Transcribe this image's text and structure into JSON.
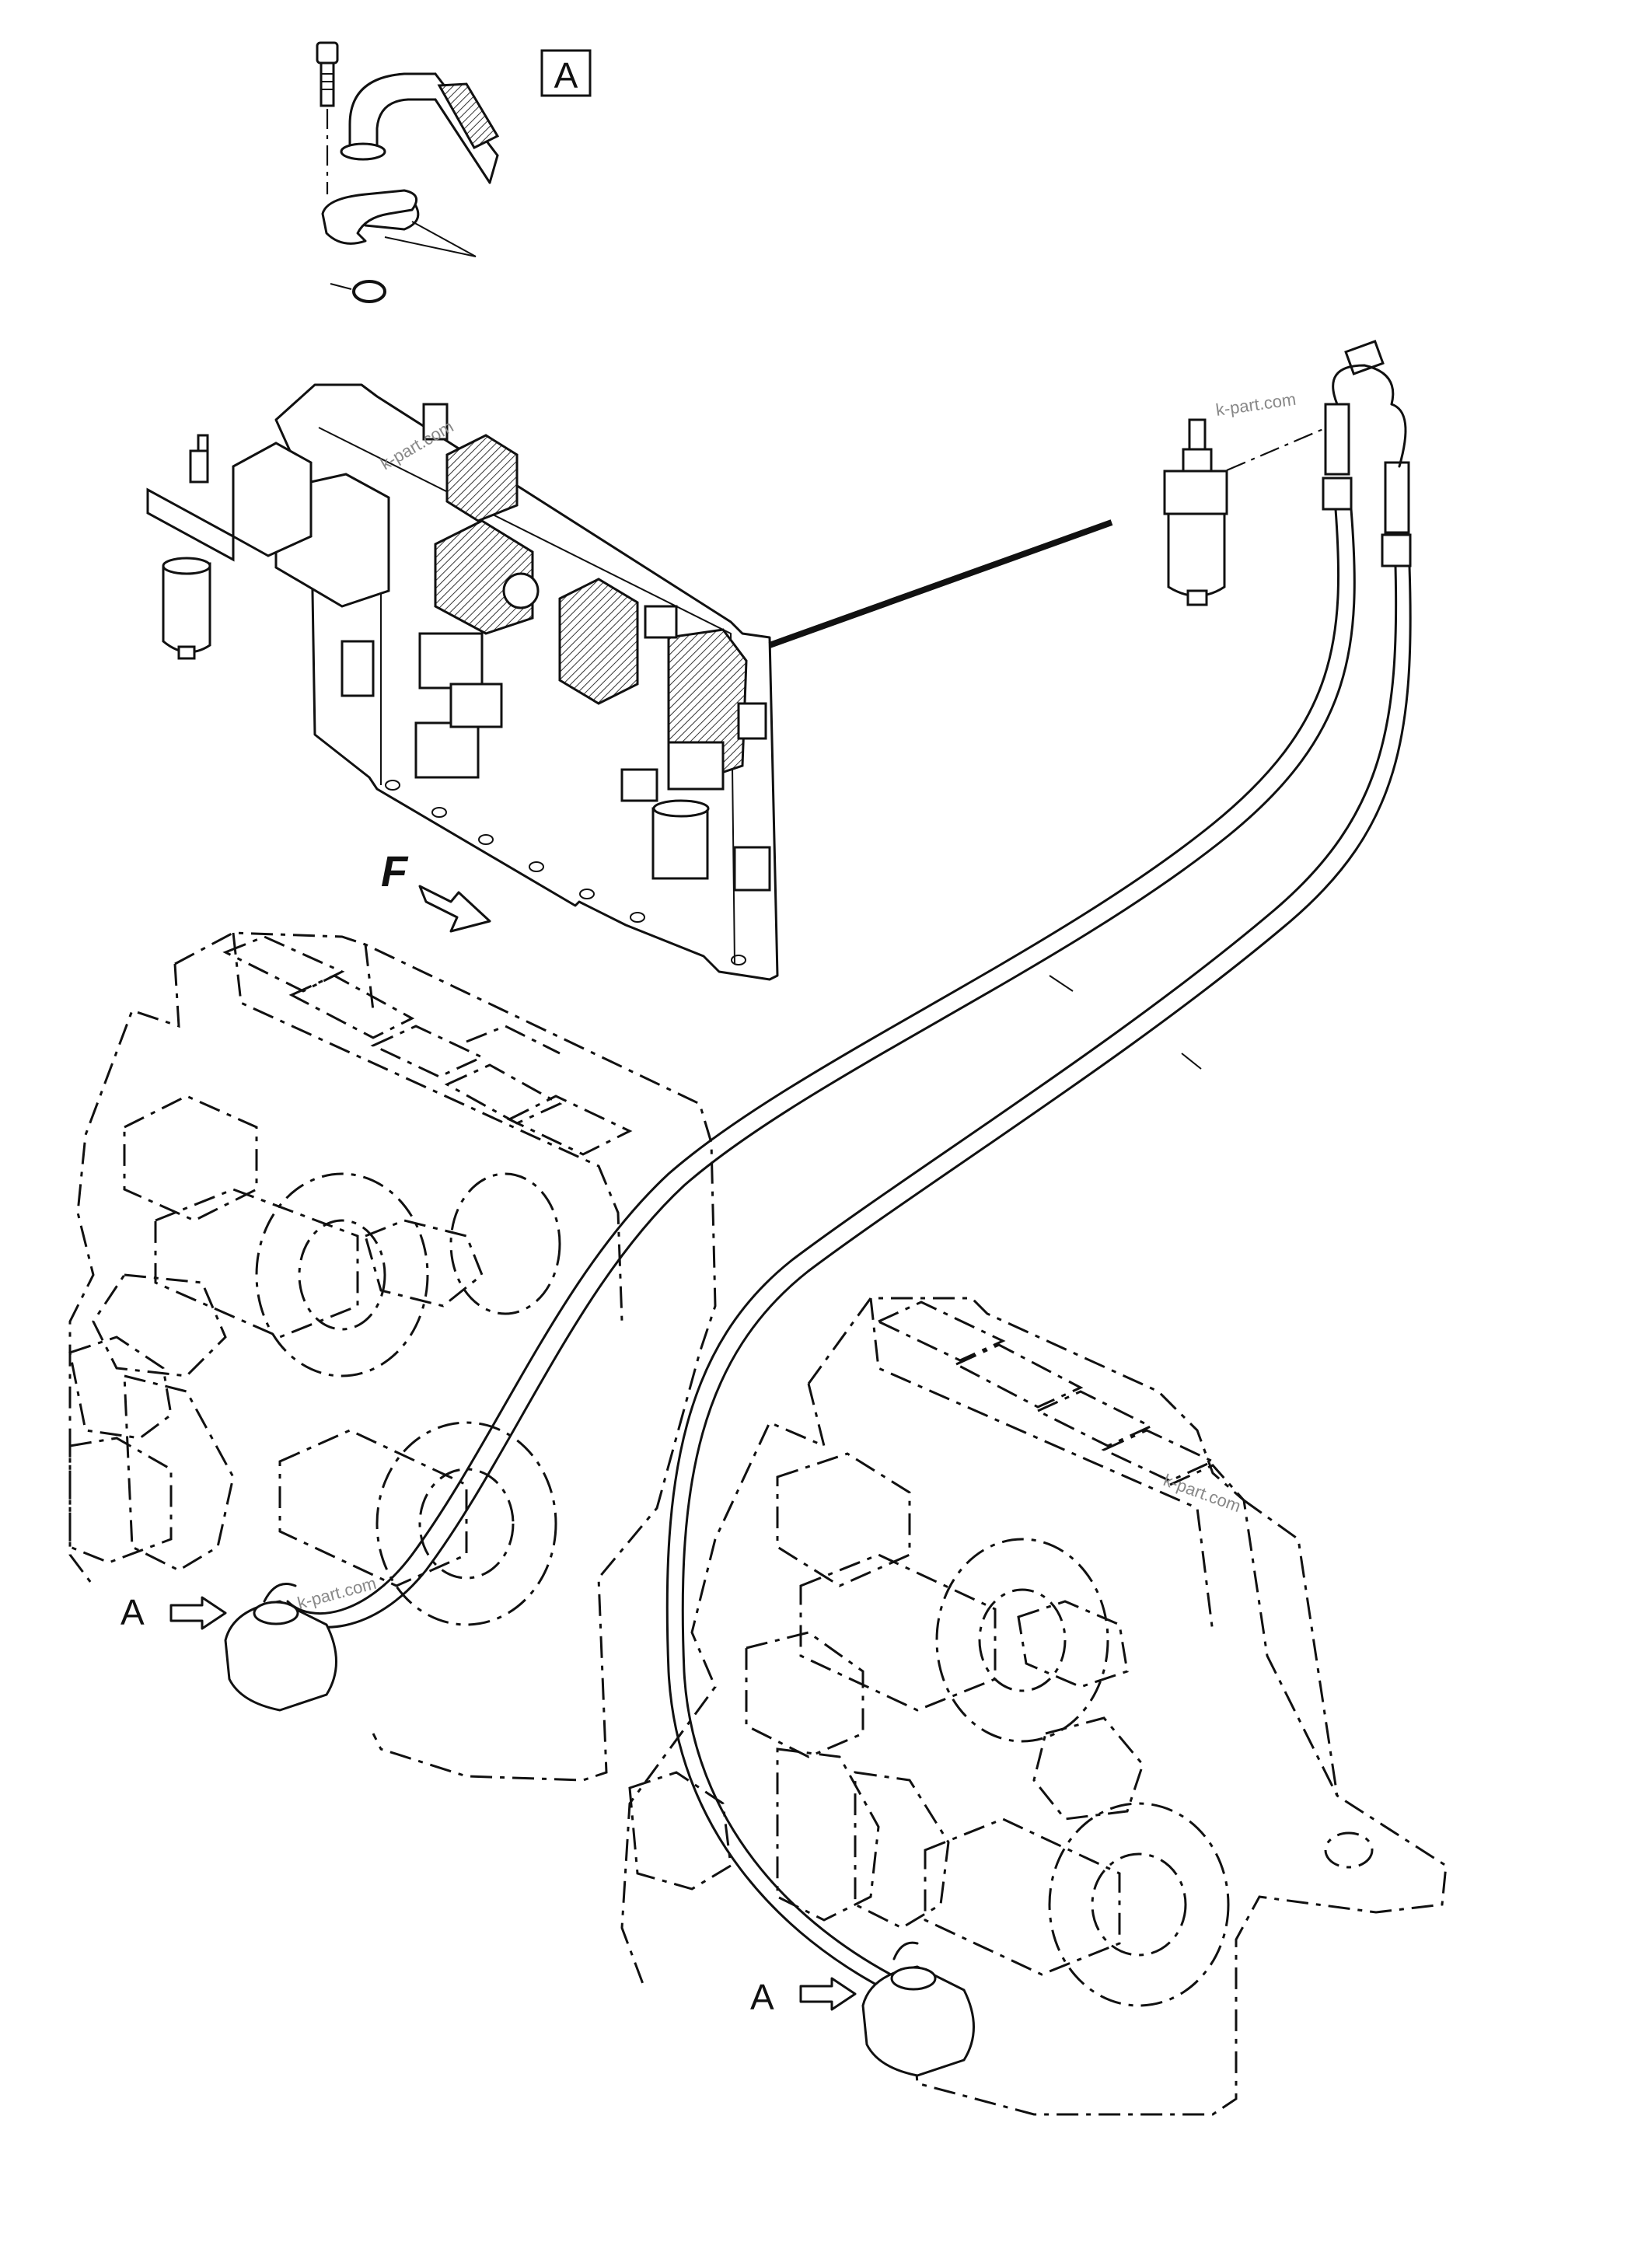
{
  "detail_box_label": "A",
  "callout_label": "A",
  "view_label": "F",
  "watermark": "k-part.com"
}
